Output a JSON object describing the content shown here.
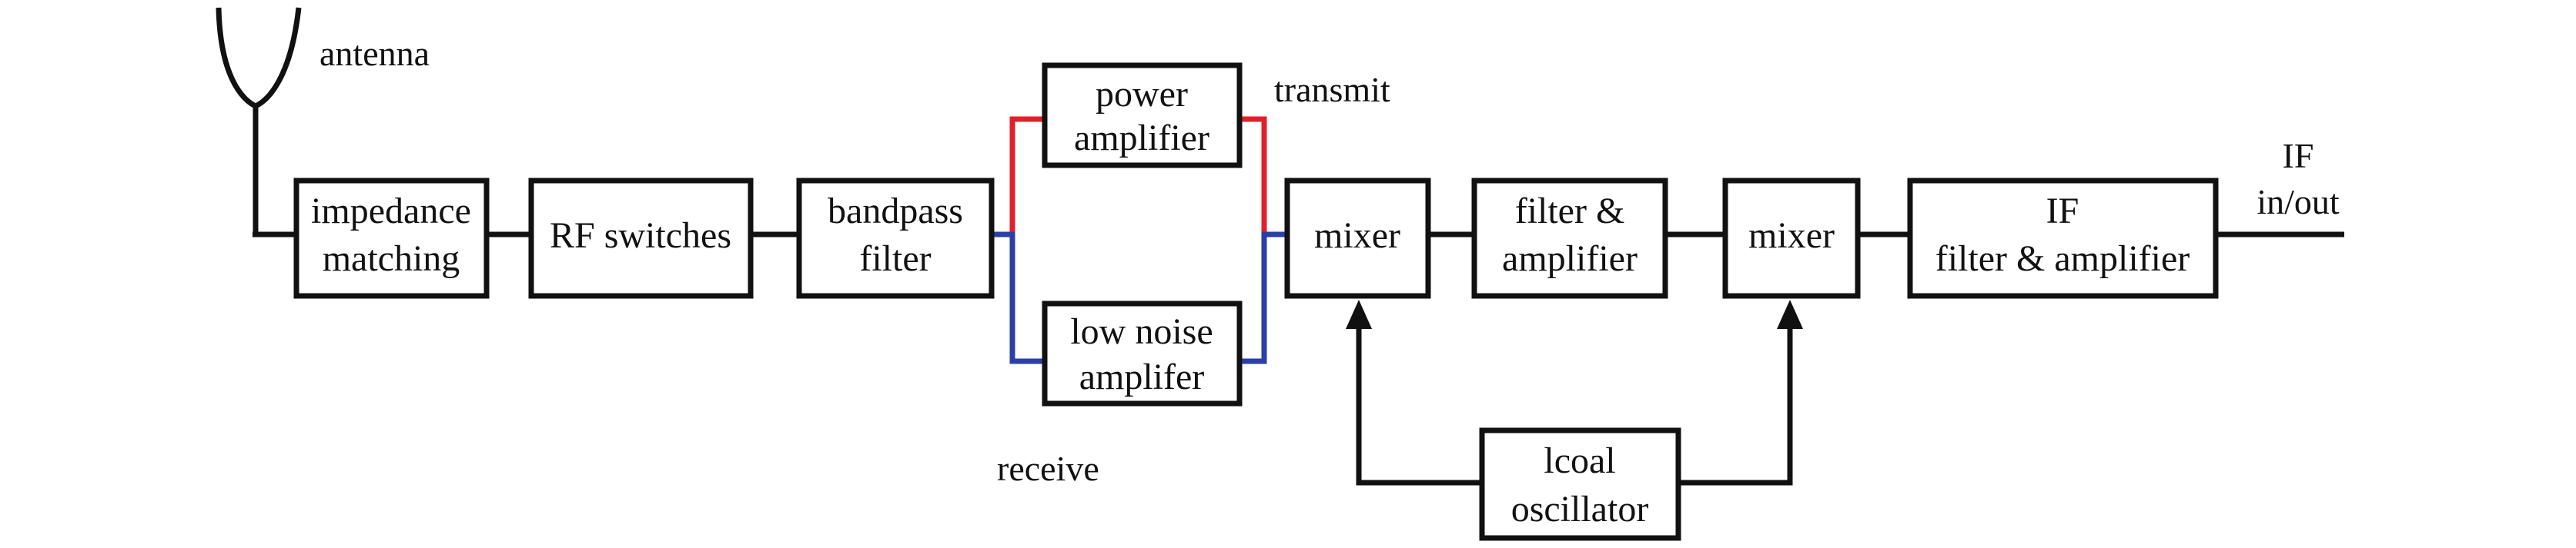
{
  "diagram": {
    "blocks": {
      "impedance_matching": [
        "impedance",
        "matching"
      ],
      "rf_switches": [
        "RF switches"
      ],
      "bandpass_filter": [
        "bandpass",
        "filter"
      ],
      "power_amplifier": [
        "power",
        "amplifier"
      ],
      "low_noise_amplifier": [
        "low noise",
        "amplifer"
      ],
      "mixer_1": [
        "mixer"
      ],
      "filter_amplifier": [
        "filter &",
        "amplifier"
      ],
      "mixer_2": [
        "mixer"
      ],
      "if_filter_amplifier": [
        "IF",
        "filter & amplifier"
      ],
      "local_oscillator": [
        "lcoal",
        "oscillator"
      ]
    },
    "labels": {
      "antenna": "antenna",
      "transmit": "transmit",
      "receive": "receive",
      "if_in_out": [
        "IF",
        "in/out"
      ]
    },
    "colors": {
      "line": "#111111",
      "transmit_path": "#e0202a",
      "receive_path": "#2a3fa8"
    }
  }
}
